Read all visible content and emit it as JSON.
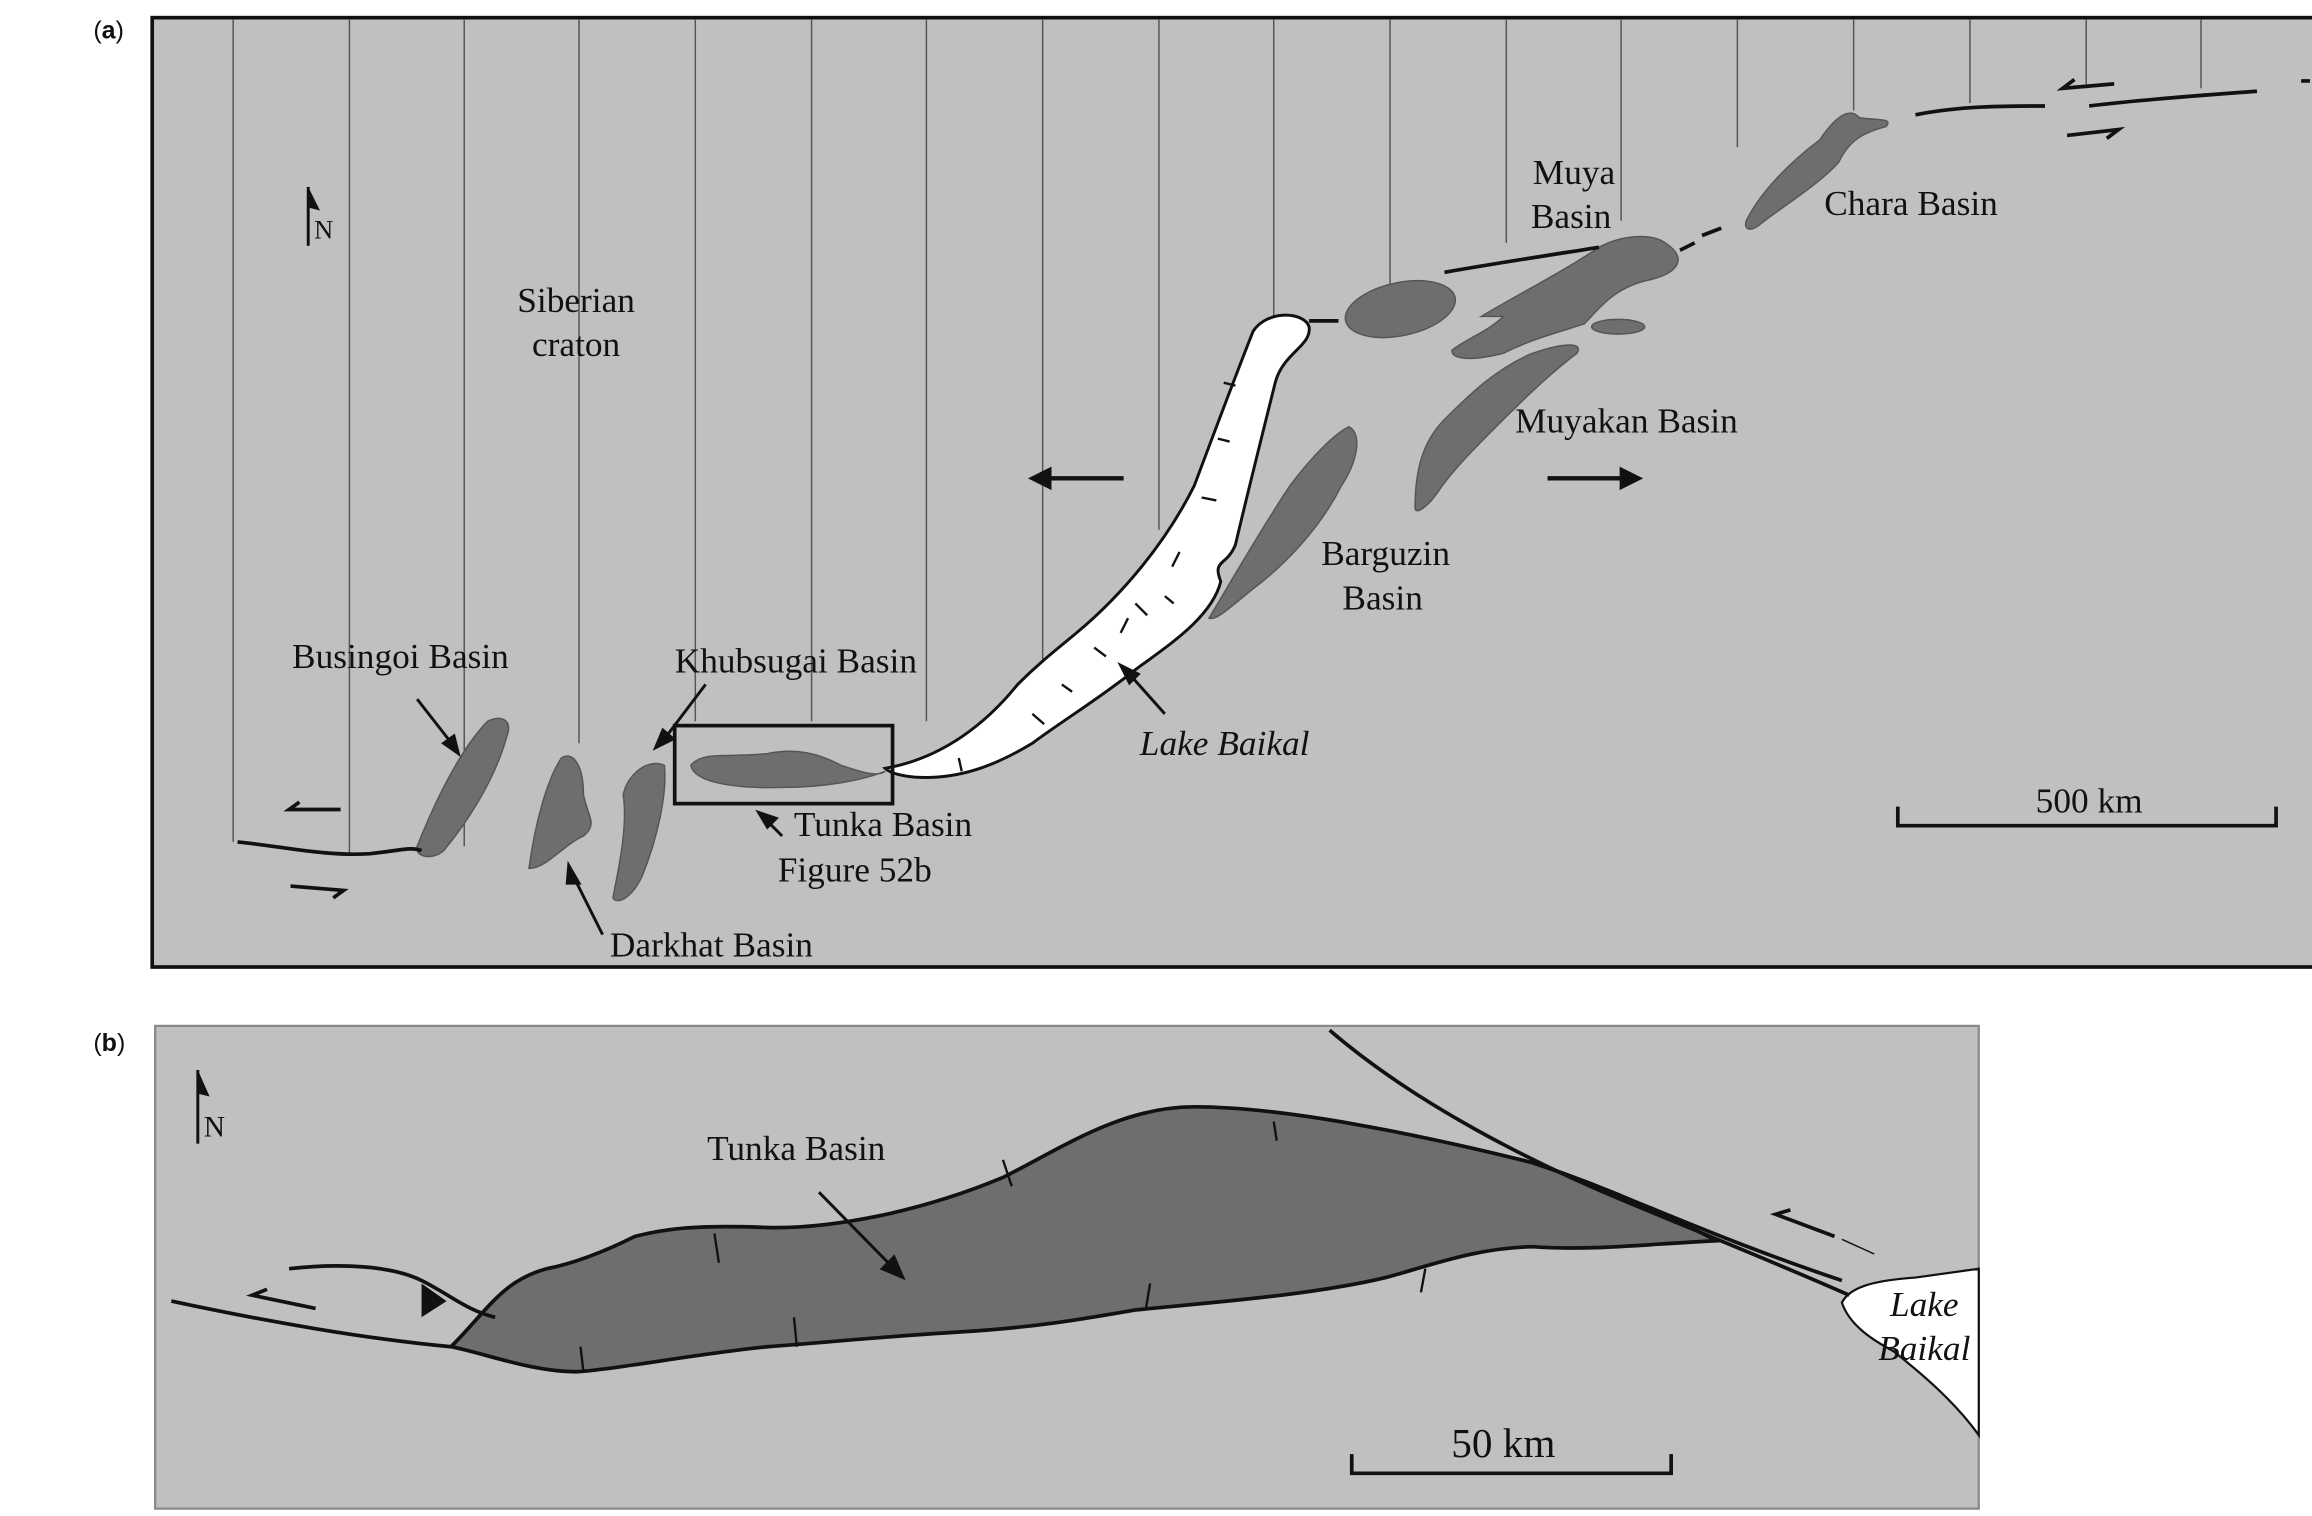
{
  "panel_a": {
    "label_open": "(",
    "label_letter": "a",
    "label_close": ")",
    "labels": {
      "siberian_1": "Siberian",
      "siberian_2": "craton",
      "muya_1": "Muya",
      "muya_2": "Basin",
      "chara": "Chara Basin",
      "muyakan": "Muyakan Basin",
      "barguzin_1": "Barguzin",
      "barguzin_2": "Basin",
      "busingoi": "Busingoi Basin",
      "khubsugai": "Khubsugai  Basin",
      "tunka": "Tunka Basin",
      "figure_ref": "Figure 52b",
      "lake_baikal": "Lake Baikal",
      "darkhat": "Darkhat Basin"
    },
    "north": "N",
    "scale_label": "500 km"
  },
  "panel_b": {
    "label_open": "(",
    "label_letter": "b",
    "label_close": ")",
    "labels": {
      "tunka": "Tunka Basin",
      "lake_1": "Lake",
      "lake_2": "Baikal"
    },
    "north": "N",
    "scale_label": "50 km"
  },
  "colors": {
    "background": "#c0c0c0",
    "basin": "#6e6e6e",
    "lake": "#ffffff",
    "lines": "#111111"
  }
}
